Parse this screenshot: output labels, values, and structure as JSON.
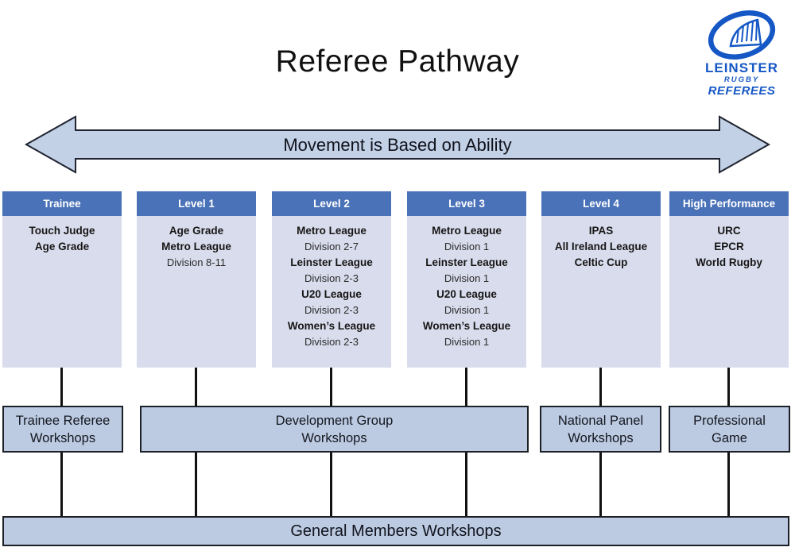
{
  "title": "Referee Pathway",
  "logo": {
    "line1": "LEINSTER",
    "line2": "RUGBY",
    "line3": "REFEREES"
  },
  "banner": {
    "label": "Movement is Based on Ability"
  },
  "columns": [
    {
      "header": "Trainee",
      "items": [
        {
          "text": "Touch Judge",
          "bold": true
        },
        {
          "text": "Age Grade",
          "bold": true
        }
      ]
    },
    {
      "header": "Level 1",
      "items": [
        {
          "text": "Age Grade",
          "bold": true
        },
        {
          "text": "Metro League",
          "bold": true
        },
        {
          "text": "Division 8-11",
          "bold": false
        }
      ]
    },
    {
      "header": "Level 2",
      "items": [
        {
          "text": "Metro League",
          "bold": true
        },
        {
          "text": "Division 2-7",
          "bold": false
        },
        {
          "text": "Leinster League",
          "bold": true
        },
        {
          "text": "Division 2-3",
          "bold": false
        },
        {
          "text": "U20 League",
          "bold": true
        },
        {
          "text": "Division 2-3",
          "bold": false
        },
        {
          "text": "Women’s League",
          "bold": true
        },
        {
          "text": "Division 2-3",
          "bold": false
        }
      ]
    },
    {
      "header": "Level 3",
      "items": [
        {
          "text": "Metro League",
          "bold": true
        },
        {
          "text": "Division 1",
          "bold": false
        },
        {
          "text": "Leinster League",
          "bold": true
        },
        {
          "text": "Division 1",
          "bold": false
        },
        {
          "text": "U20 League",
          "bold": true
        },
        {
          "text": "Division 1",
          "bold": false
        },
        {
          "text": "Women’s League",
          "bold": true
        },
        {
          "text": "Division 1",
          "bold": false
        }
      ]
    },
    {
      "header": "Level 4",
      "items": [
        {
          "text": "IPAS",
          "bold": true
        },
        {
          "text": "All Ireland League",
          "bold": true
        },
        {
          "text": "Celtic Cup",
          "bold": true
        }
      ]
    },
    {
      "header": "High Performance",
      "items": [
        {
          "text": "URC",
          "bold": true
        },
        {
          "text": "EPCR",
          "bold": true
        },
        {
          "text": "World Rugby",
          "bold": true
        }
      ]
    }
  ],
  "workshops": [
    {
      "lines": [
        "Trainee Referee",
        "Workshops"
      ]
    },
    {
      "lines": [
        "Development Group",
        "Workshops"
      ]
    },
    {
      "lines": [
        "National Panel",
        "Workshops"
      ]
    },
    {
      "lines": [
        "Professional",
        "Game"
      ]
    }
  ],
  "footer": {
    "label": "General Members Workshops"
  },
  "colors": {
    "header_blue": "#4a72b8",
    "panel_lavender": "#d9dcec",
    "band_blue": "#bccbe2",
    "outline_dark": "#1c1f26",
    "logo_blue": "#1457c5"
  }
}
